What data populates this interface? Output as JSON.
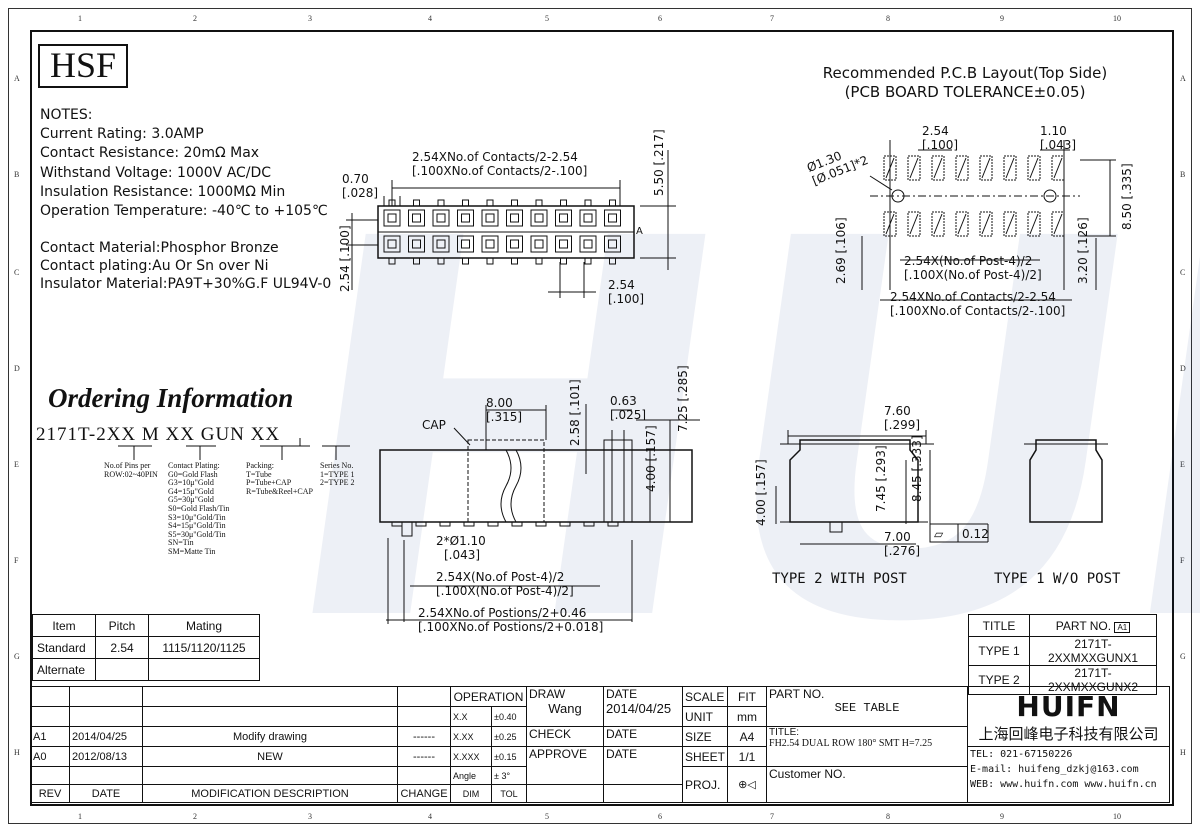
{
  "zones": {
    "cols": [
      "1",
      "2",
      "3",
      "4",
      "5",
      "6",
      "7",
      "8",
      "9",
      "10"
    ],
    "rows": [
      "A",
      "B",
      "C",
      "D",
      "E",
      "F",
      "G",
      "H"
    ]
  },
  "logo": "HSF",
  "notes": {
    "heading": "NOTES:",
    "lines": [
      "Current Rating: 3.0AMP",
      "Contact Resistance: 20mΩ Max",
      "Withstand Voltage: 1000V AC/DC",
      "Insulation Resistance: 1000MΩ Min",
      "Operation Temperature: -40℃ to +105℃"
    ],
    "materials": [
      "Contact Material:Phosphor Bronze",
      "Contact plating:Au Or Sn over Ni",
      "Insulator Material:PA9T+30%G.F UL94V-0"
    ]
  },
  "pcb": {
    "title1": "Recommended P.C.B Layout(Top Side)",
    "title2": "(PCB BOARD TOLERANCE±0.05)",
    "dims": {
      "pitch": "2.54",
      "pitch_in": "[.100]",
      "pad_w": "1.10",
      "pad_w_in": "[.043]",
      "hole": "Ø1.30",
      "hole_in": "[Ø.051]*2",
      "row": "8.50",
      "row_in": "[.335]",
      "pad_off": "2.69",
      "pad_off_in": "[.106]",
      "post_off": "3.20",
      "post_off_in": "[.126]",
      "post_span": "2.54X(No.of Post-4)/2",
      "post_span_in": "[.100X(No.of Post-4)/2]",
      "contact_span": "2.54XNo.of Contacts/2-2.54",
      "contact_span_in": "[.100XNo.of Contacts/2-.100]"
    }
  },
  "top_view": {
    "span": "2.54XNo.of Contacts/2-2.54",
    "span_in": "[.100XNo.of Contacts/2-.100]",
    "w": "0.70",
    "w_in": "[.028]",
    "h": "5.50",
    "h_in": "[.217]",
    "row": "2.54",
    "row_in": "[.100]",
    "pitch": "2.54",
    "pitch_in": "[.100]",
    "marker": "A"
  },
  "ordering": {
    "title": "Ordering Information",
    "part": "2171T-2XX M XX GUN  XX",
    "pins_label": [
      "No.of Pins per",
      "ROW:02~40PIN"
    ],
    "plating_label": "Contact Plating:",
    "plating": [
      "G0=Gold Flash",
      "G3=10μ\"Gold",
      "G4=15μ\"Gold",
      "G5=30μ\"Gold",
      "S0=Gold Flash/Tin",
      "S3=10μ\"Gold/Tin",
      "S4=15μ\"Gold/Tin",
      "S5=30μ\"Gold/Tin",
      "SN=Tin",
      "SM=Matte Tin"
    ],
    "packing_label": "Packing:",
    "packing": [
      "T=Tube",
      "P=Tube+CAP",
      "R=Tube&Reel+CAP"
    ],
    "series_label": "Series No.",
    "series": [
      "1=TYPE 1",
      "2=TYPE 2"
    ]
  },
  "side_view": {
    "cap": "CAP",
    "w": "8.00",
    "w_in": "[.315]",
    "h1": "2.58",
    "h1_in": "[.101]",
    "t": "0.63",
    "t_in": "[.025]",
    "H": "7.25",
    "H_in": "[.285]",
    "h2": "4.00",
    "h2_in": "[.157]",
    "post": "2*Ø1.10",
    "post_in": "[.043]",
    "post_span": "2.54X(No.of Post-4)/2",
    "post_span_in": "[.100X(No.of Post-4)/2]",
    "pos_span": "2.54XNo.of Postions/2+0.46",
    "pos_span_in": "[.100XNo.of Postions/2+0.018]"
  },
  "end_view": {
    "w": "7.60",
    "w_in": "[.299]",
    "h1": "7.45",
    "h1_in": "[.293]",
    "h2": "8.45",
    "h2_in": "[.333]",
    "h3": "4.00",
    "h3_in": "[.157]",
    "b": "7.00",
    "b_in": "[.276]",
    "flat": "0.12",
    "type2": "TYPE 2 WITH POST",
    "type1": "TYPE 1 W/O POST"
  },
  "pitch_table": {
    "headers": [
      "Item",
      "Pitch",
      "Mating"
    ],
    "rows": [
      [
        "Standard",
        "2.54",
        "1115/1120/1125"
      ],
      [
        "Alternate",
        "",
        ""
      ]
    ]
  },
  "part_table": {
    "headers": [
      "TITLE",
      "PART NO."
    ],
    "rev_mark": "A1",
    "rows": [
      [
        "TYPE 1",
        "2171T-2XXMXXGUNX1"
      ],
      [
        "TYPE 2",
        "2171T-2XXMXXGUNX2"
      ]
    ]
  },
  "title_block": {
    "rev_rows": [
      [
        "A1",
        "2014/04/25",
        "Modify drawing",
        "------"
      ],
      [
        "A0",
        "2012/08/13",
        "NEW",
        "------"
      ]
    ],
    "rev_headers": [
      "REV",
      "DATE",
      "MODIFICATION DESCRIPTION",
      "CHANGE"
    ],
    "operation": "OPERATION",
    "tol": [
      [
        "X.X",
        "±0.40"
      ],
      [
        "X.XX",
        "±0.25"
      ],
      [
        "X.XXX",
        "±0.15"
      ],
      [
        "Angle",
        "± 3°"
      ]
    ],
    "tol_headers": [
      "DIM",
      "TOL"
    ],
    "draw": "DRAW",
    "drawer": "Wang",
    "check": "CHECK",
    "approve": "APPROVE",
    "date": "DATE",
    "draw_date": "2014/04/25",
    "scale": "SCALE",
    "fit": "FIT",
    "unit": "UNIT",
    "unit_v": "mm",
    "size": "SIZE",
    "size_v": "A4",
    "sheet": "SHEET",
    "sheet_v": "1/1",
    "proj": "PROJ.",
    "proj_v": "⊕◁",
    "part_no": "PART NO.",
    "part_no_v": "SEE TABLE",
    "title": "TITLE:",
    "title_v": "FH2.54 DUAL ROW 180° SMT H=7.25",
    "customer": "Customer NO.",
    "company_logo": "HUIFN",
    "company": "上海回峰电子科技有限公司",
    "tel": "TEL: 021-67150226",
    "email": "E-mail: huifeng_dzkj@163.com",
    "web": "WEB: www.huifn.com  www.huifn.cn"
  }
}
